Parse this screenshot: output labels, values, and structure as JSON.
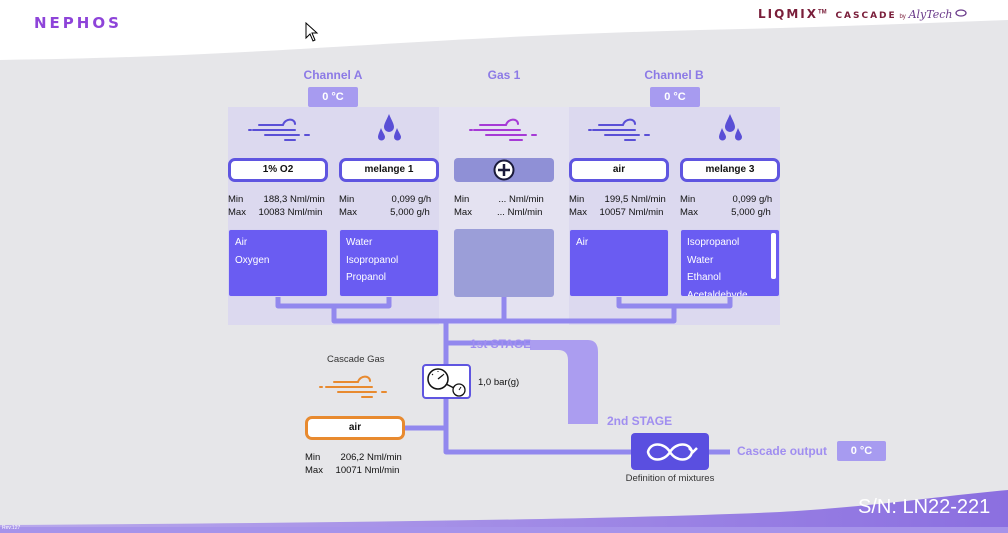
{
  "header": {
    "brand": "NEPHOS",
    "product": "LIQMIX",
    "tm": "TM",
    "product_sub": "CASCADE",
    "by": "by",
    "maker": "AlyTech"
  },
  "channel_a": {
    "title": "Channel A",
    "temp": "0 °C",
    "gas_field": "1% O2",
    "liquid_field": "melange 1",
    "gas_stats": {
      "min_label": "Min",
      "min_value": "188,3",
      "max_label": "Max",
      "max_value": "10083",
      "unit": "Nml/min"
    },
    "liquid_stats": {
      "min_label": "Min",
      "min_value": "0,099",
      "max_label": "Max",
      "max_value": "5,000",
      "unit": "g/h"
    },
    "gas_list": [
      "Air",
      "Oxygen"
    ],
    "liquid_list": [
      "Water",
      "Isopropanol",
      "Propanol"
    ]
  },
  "gas1": {
    "title": "Gas 1",
    "add_icon": "plus-circle-icon",
    "stats": {
      "min_label": "Min",
      "min_value": "...",
      "max_label": "Max",
      "max_value": "...",
      "unit": "Nml/min"
    }
  },
  "channel_b": {
    "title": "Channel B",
    "temp": "0 °C",
    "gas_field": "air",
    "liquid_field": "melange 3",
    "gas_stats": {
      "min_label": "Min",
      "min_value": "199,5",
      "max_label": "Max",
      "max_value": "10057",
      "unit": "Nml/min"
    },
    "liquid_stats": {
      "min_label": "Min",
      "min_value": "0,099",
      "max_label": "Max",
      "max_value": "5,000",
      "unit": "g/h"
    },
    "gas_list": [
      "Air"
    ],
    "liquid_list": [
      "Isopropanol",
      "Water",
      "Ethanol",
      "Acetaldehyde"
    ]
  },
  "stages": {
    "first": "1st STAGE",
    "second": "2nd STAGE"
  },
  "pressure": "1,0 bar(g)",
  "cascade_gas": {
    "title": "Cascade Gas",
    "field": "air",
    "stats": {
      "min_label": "Min",
      "min_value": "206,2",
      "max_label": "Max",
      "max_value": "10071",
      "unit": "Nml/min"
    }
  },
  "mixer": {
    "caption": "Definition of mixtures"
  },
  "output": {
    "label": "Cascade output",
    "temp": "0 °C"
  },
  "footer": {
    "serial": "S/N: LN22-221",
    "rev": "Rev.127"
  },
  "colors": {
    "accent": "#6a5cf2",
    "pipe": "#9288ee",
    "orange": "#e88a2f",
    "brand": "#8e44d9"
  }
}
